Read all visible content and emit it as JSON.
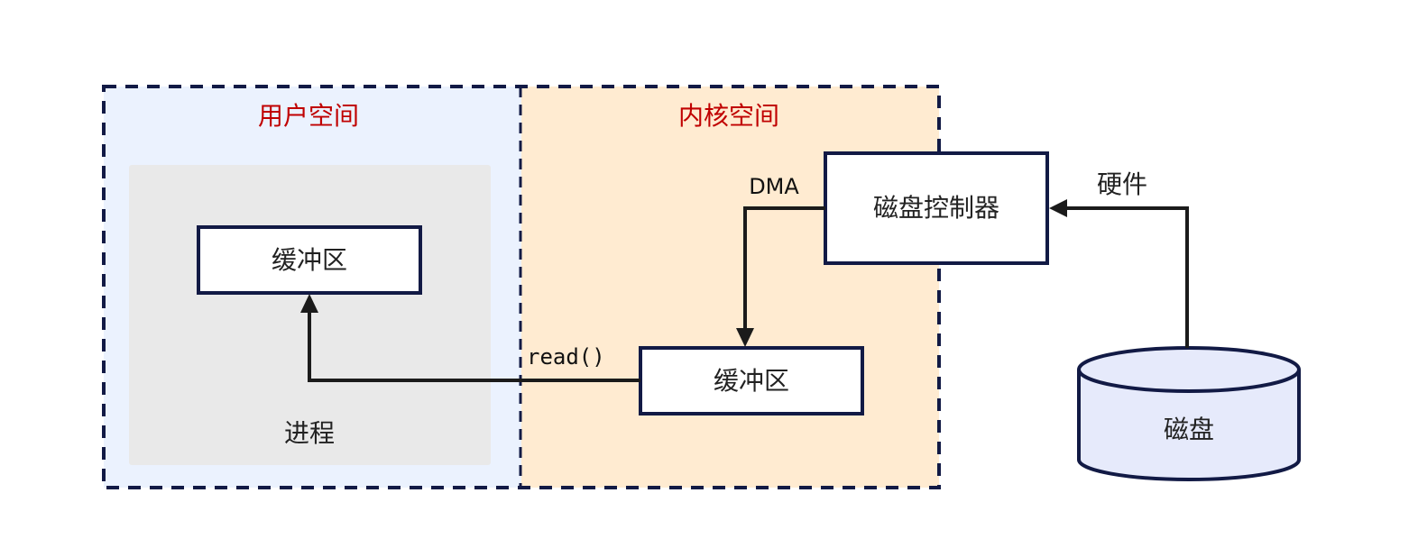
{
  "colors": {
    "user_space_fill": "#ebf2fe",
    "kernel_space_fill": "#ffebd1",
    "process_fill": "#e9e9e9",
    "box_stroke": "#121a45",
    "title_red": "#c00000",
    "arrow": "#1b1b1b",
    "disk_fill": "#e6eafb"
  },
  "regions": {
    "user_space": {
      "title": "用户空间"
    },
    "kernel_space": {
      "title": "内核空间"
    }
  },
  "nodes": {
    "process": {
      "label": "进程"
    },
    "user_buffer": {
      "label": "缓冲区"
    },
    "kernel_buffer": {
      "label": "缓冲区"
    },
    "disk_controller": {
      "label": "磁盘控制器"
    },
    "disk": {
      "label": "磁盘"
    }
  },
  "edges": {
    "read": {
      "label": "read()"
    },
    "dma": {
      "label": "DMA"
    },
    "hardware": {
      "label": "硬件"
    }
  }
}
